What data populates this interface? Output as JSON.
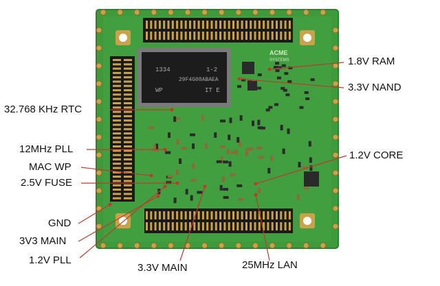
{
  "image": {
    "subject": "system-on-module circuit board with annotated test points",
    "colors": {
      "pcb": "#3f9a3c",
      "pcb_dark": "#2f7f2e",
      "connector": "#1a1a1a",
      "gold": "#c9a24a",
      "leader_line": "#c0392b",
      "label_text": "#111111",
      "background": "#ffffff"
    }
  },
  "board": {
    "chip_marking": [
      "1334",
      "1-2",
      "29F4G08ABAEA",
      "WP",
      "IT E"
    ],
    "brand_mark": [
      "ACME",
      "SYSTEMS"
    ]
  },
  "labels": {
    "ram_1v8": "1.8V RAM",
    "nand_3v3": "3.3V NAND",
    "rtc": "32.768 KHz RTC",
    "pll_12mhz": "12MHz PLL",
    "mac_wp": "MAC WP",
    "fuse_2v5": "2.5V FUSE",
    "core_1v2": "1.2V CORE",
    "gnd": "GND",
    "main_3v3_left": "3V3 MAIN",
    "pll_1v2": "1.2V PLL",
    "main_3v3_bottom": "3.3V MAIN",
    "lan_25mhz": "25MHz LAN"
  }
}
